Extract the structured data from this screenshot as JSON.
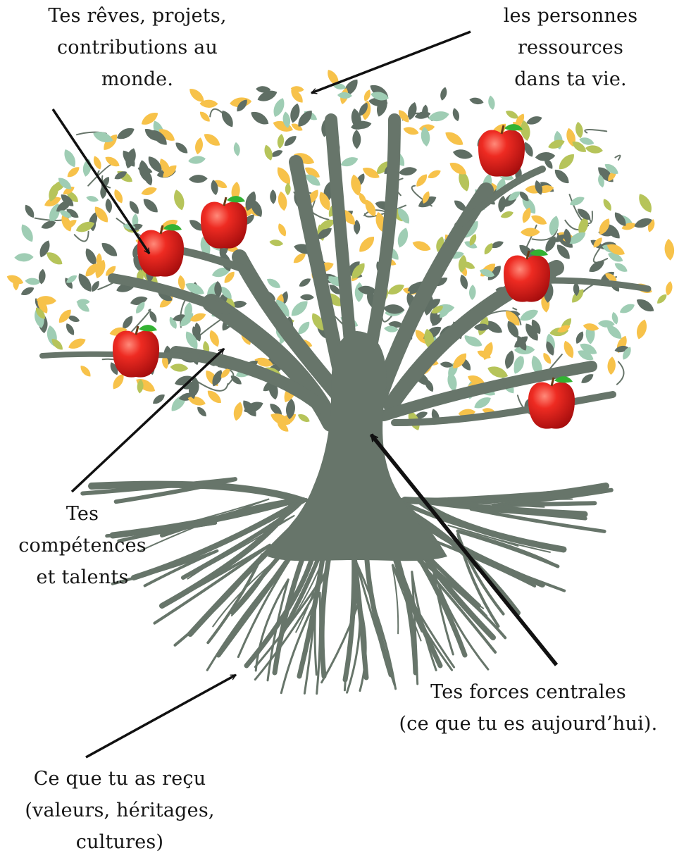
{
  "labels": {
    "dreams": [
      "Tes rêves, projets,",
      "contributions au",
      "monde."
    ],
    "resources": [
      "les personnes",
      "ressources",
      "dans ta vie."
    ],
    "skills": [
      "Tes",
      "compétences",
      "et talents"
    ],
    "strengths": [
      "Tes forces centrales",
      "(ce que tu es aujourd’hui)."
    ],
    "received": [
      "Ce que tu as reçu",
      "(valeurs, héritages,",
      "cultures)"
    ]
  },
  "diagram_parts": {
    "dreams": "apples",
    "resources": "leaves",
    "skills": "branches",
    "strengths": "trunk",
    "received": "roots"
  },
  "colors": {
    "trunk": "#67756a",
    "leaf_dark": "#5f6e64",
    "leaf_mint": "#9fcdb4",
    "leaf_olive": "#b6c45a",
    "leaf_yellow": "#f7c24a",
    "apple": "#d81e1e",
    "arrow": "#111111"
  }
}
